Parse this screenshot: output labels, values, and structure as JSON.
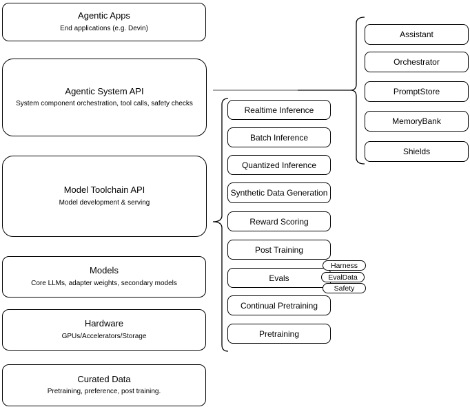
{
  "diagram": {
    "left_stack": [
      {
        "title": "Agentic Apps",
        "subtitle": "End applications (e.g. Devin)"
      },
      {
        "title": "Agentic System API",
        "subtitle": "System component orchestration, tool calls, safety checks"
      },
      {
        "title": "Model Toolchain API",
        "subtitle": "Model development & serving"
      },
      {
        "title": "Models",
        "subtitle": "Core LLMs, adapter weights, secondary models"
      },
      {
        "title": "Hardware",
        "subtitle": "GPUs/Accelerators/Storage"
      },
      {
        "title": "Curated Data",
        "subtitle": "Pretraining, preference, post training."
      }
    ],
    "toolchain_group": {
      "nodes": [
        {
          "label": "Realtime Inference"
        },
        {
          "label": "Batch Inference"
        },
        {
          "label": "Quantized Inference"
        },
        {
          "label": "Synthetic Data Generation"
        },
        {
          "label": "Reward Scoring"
        },
        {
          "label": "Post Training"
        },
        {
          "label": "Evals"
        },
        {
          "label": "Continual Pretraining"
        },
        {
          "label": "Pretraining"
        }
      ],
      "evals_pills": [
        {
          "label": "Harness"
        },
        {
          "label": "EvalData"
        },
        {
          "label": "Safety"
        }
      ]
    },
    "system_group": {
      "nodes": [
        {
          "label": "Assistant"
        },
        {
          "label": "Orchestrator"
        },
        {
          "label": "PromptStore"
        },
        {
          "label": "MemoryBank"
        },
        {
          "label": "Shields"
        }
      ]
    },
    "colors": {
      "background": "#ffffff",
      "box_fill": "#ffffff",
      "box_border": "#000000",
      "connector_gray": "#888888",
      "connector_dark": "#333333"
    }
  }
}
